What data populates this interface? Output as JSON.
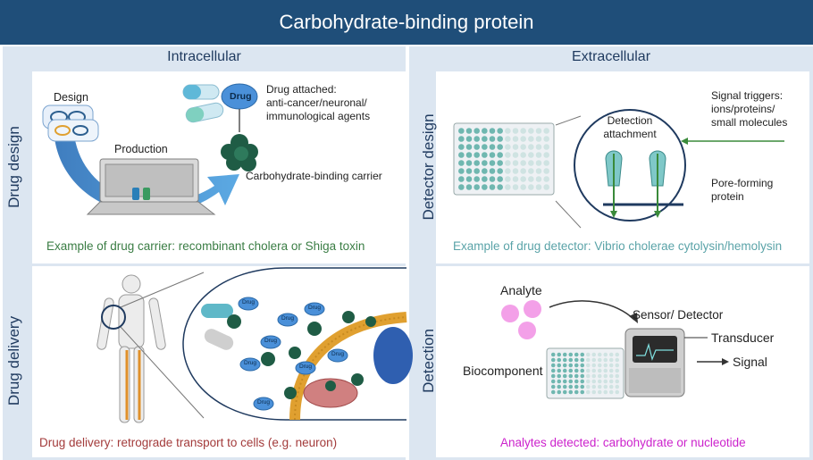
{
  "title": "Carbohydrate-binding protein",
  "columns": {
    "left": "Intracellular",
    "right": "Extracellular"
  },
  "rows": {
    "top_left": "Drug design",
    "bottom_left": "Drug delivery",
    "top_right": "Detector design",
    "bottom_right": "Detection"
  },
  "drug_design": {
    "design_label": "Design",
    "production_label": "Production",
    "drug_badge": "Drug",
    "drug_attached_lines": [
      "Drug attached:",
      "anti-cancer/neuronal/",
      "immunological agents"
    ],
    "carrier_label": "Carbohydrate-binding carrier",
    "caption": "Example of drug carrier: recombinant cholera or Shiga toxin"
  },
  "drug_delivery": {
    "drug_badge": "Drug",
    "caption": "Drug delivery: retrograde transport to cells (e.g. neuron)"
  },
  "detector_design": {
    "attachment_lines": [
      "Detection",
      "attachment"
    ],
    "signal_lines": [
      "Signal triggers:",
      "ions/proteins/",
      "small molecules"
    ],
    "pore_lines": [
      "Pore-forming",
      "protein"
    ],
    "caption": "Example of drug detector: Vibrio cholerae cytolysin/hemolysin"
  },
  "detection": {
    "analyte": "Analyte",
    "sensor": "Sensor/ Detector",
    "transducer": "Transducer",
    "signal": "Signal",
    "biocomponent": "Biocomponent",
    "caption": "Analytes detected: carbohydrate or nucleotide"
  },
  "colors": {
    "title_bg": "#1f4e79",
    "panel_bg": "#dce6f1",
    "caption_green": "#3a7d44",
    "caption_teal": "#5aa3a8",
    "caption_red": "#a33b3b",
    "caption_magenta": "#cc22cc",
    "protein_green": "#1f5c45",
    "drug_blue": "#4a90d9",
    "plate_teal": "#6fb7b0"
  }
}
